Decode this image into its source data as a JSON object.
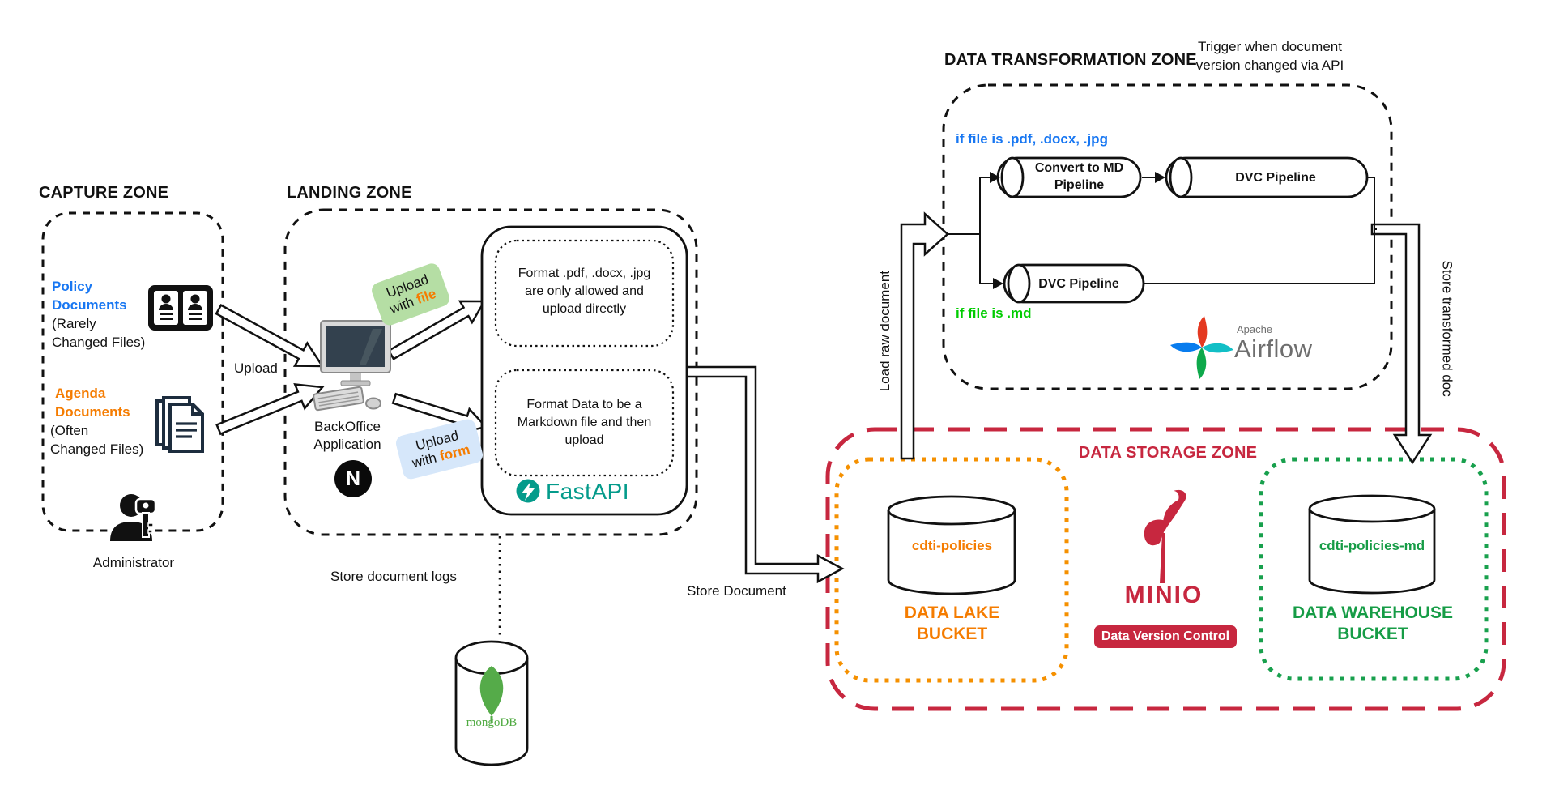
{
  "colors": {
    "blue": "#1877F2",
    "orange": "#F57C00",
    "bright_green": "#00CC00",
    "crimson": "#C7273F",
    "storage_green": "#169C46",
    "fastapi_teal": "#049B8B",
    "mongo_green": "#55AB49"
  },
  "capture": {
    "title": "CAPTURE ZONE",
    "policy_name": "Policy Documents",
    "policy_note": "(Rarely Changed Files)",
    "agenda_name": "Agenda Documents",
    "agenda_note": "(Often Changed Files)",
    "administrator": "Administrator",
    "upload": "Upload"
  },
  "landing": {
    "title": "LANDING ZONE",
    "backoffice": "BackOffice Application",
    "nextjs_letter": "N",
    "badge_file": {
      "line1": "Upload",
      "line2": "with",
      "keyword": "file"
    },
    "badge_form": {
      "line1": "Upload",
      "line2": "with",
      "keyword": "form"
    },
    "rule_direct": "Format .pdf, .docx, .jpg are only allowed and upload directly",
    "rule_markdown": "Format Data to be a Markdown file and then upload",
    "fastapi": "FastAPI",
    "store_logs": "Store document logs",
    "mongodb": "mongoDB",
    "store_document": "Store Document"
  },
  "transformation": {
    "title": "DATA TRANSFORMATION ZONE",
    "trigger_note": "Trigger when document version changed via API",
    "cond_pdf": "if file is .pdf, .docx, .jpg",
    "cond_md": "if file is .md",
    "pipeline_convert": "Convert to MD Pipeline",
    "pipeline_dvc_top": "DVC Pipeline",
    "pipeline_dvc_bottom": "DVC Pipeline",
    "airflow_apache": "Apache",
    "airflow_name": "Airflow",
    "load_raw": "Load raw document",
    "store_transformed": "Store transformed doc"
  },
  "storage": {
    "title": "DATA STORAGE ZONE",
    "lake_bucket": "cdti-policies",
    "lake_label": "DATA LAKE BUCKET",
    "minio": "MINIO",
    "dvc_badge": "Data Version Control",
    "warehouse_bucket": "cdti-policies-md",
    "warehouse_label": "DATA WAREHOUSE BUCKET"
  }
}
